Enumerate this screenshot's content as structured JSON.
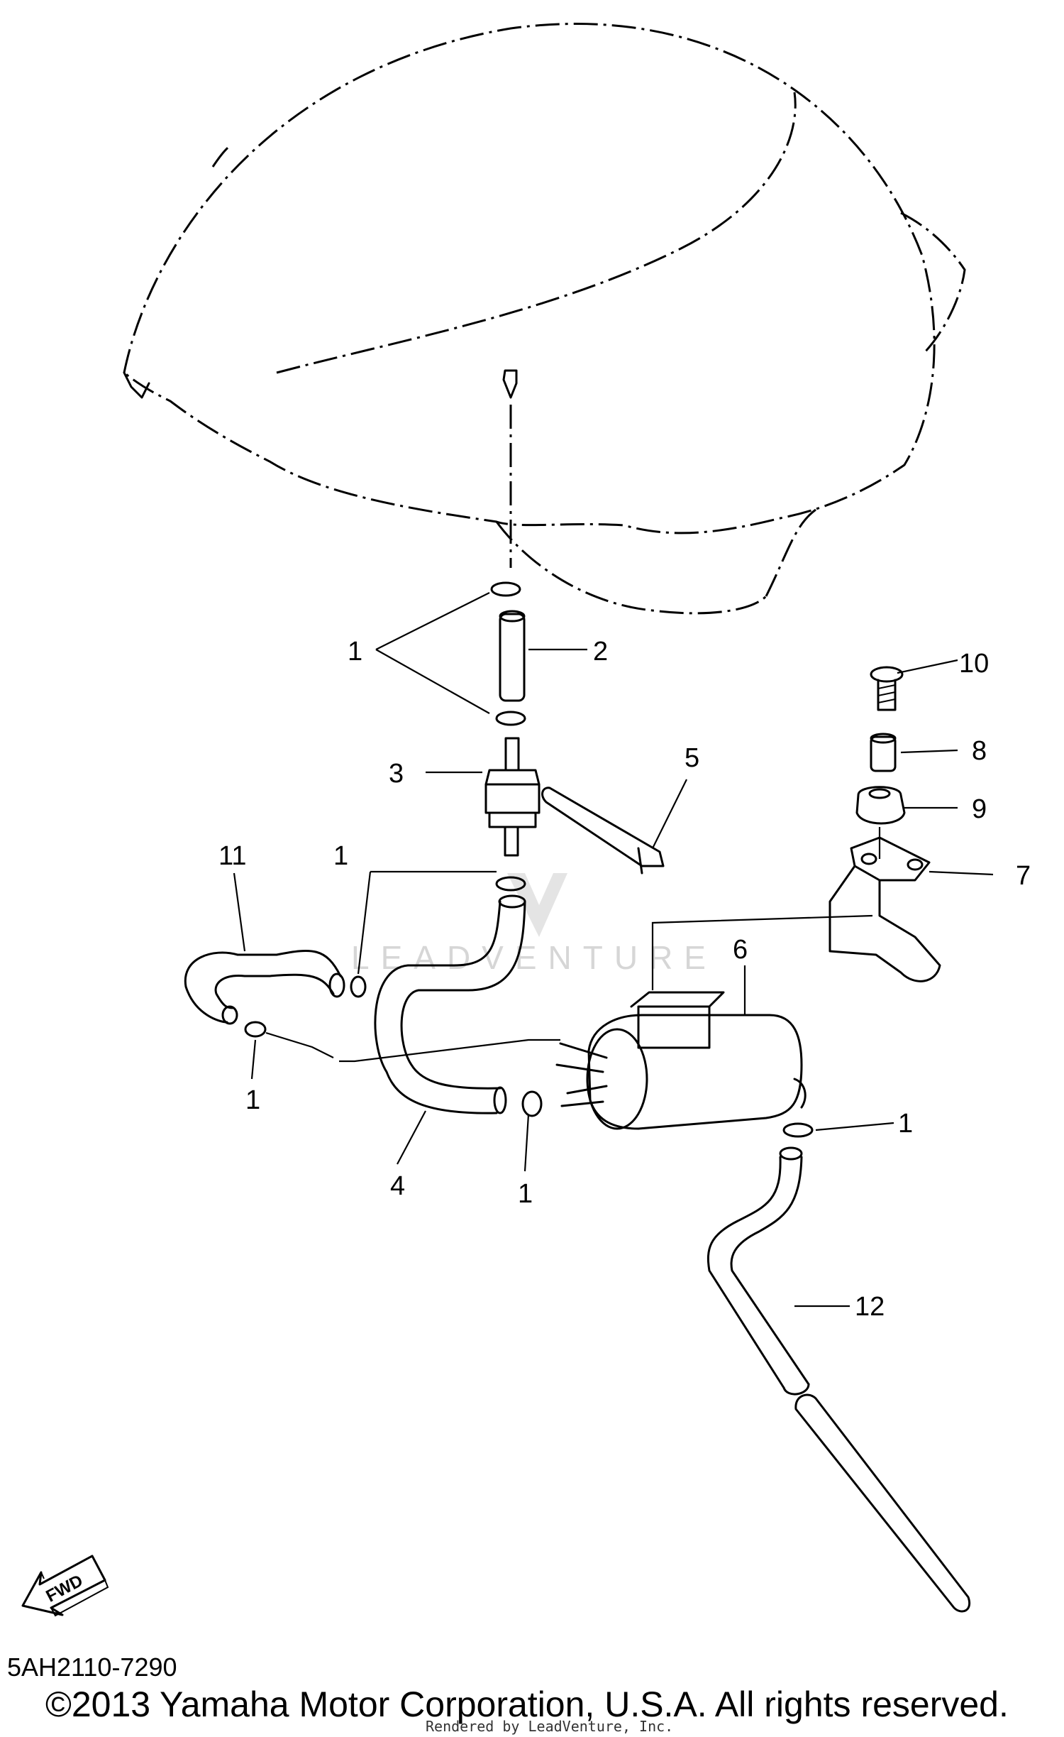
{
  "diagram": {
    "callouts": [
      "1",
      "2",
      "3",
      "4",
      "5",
      "6",
      "7",
      "8",
      "9",
      "10",
      "11",
      "12"
    ],
    "fwd_label": "FWD",
    "watermark": "LEADVENTURE"
  },
  "footer": {
    "part_code": "5AH2110-7290",
    "copyright": "©2013 Yamaha Motor Corporation, U.S.A. All rights reserved.",
    "rendered_by": "Rendered by LeadVenture, Inc."
  }
}
